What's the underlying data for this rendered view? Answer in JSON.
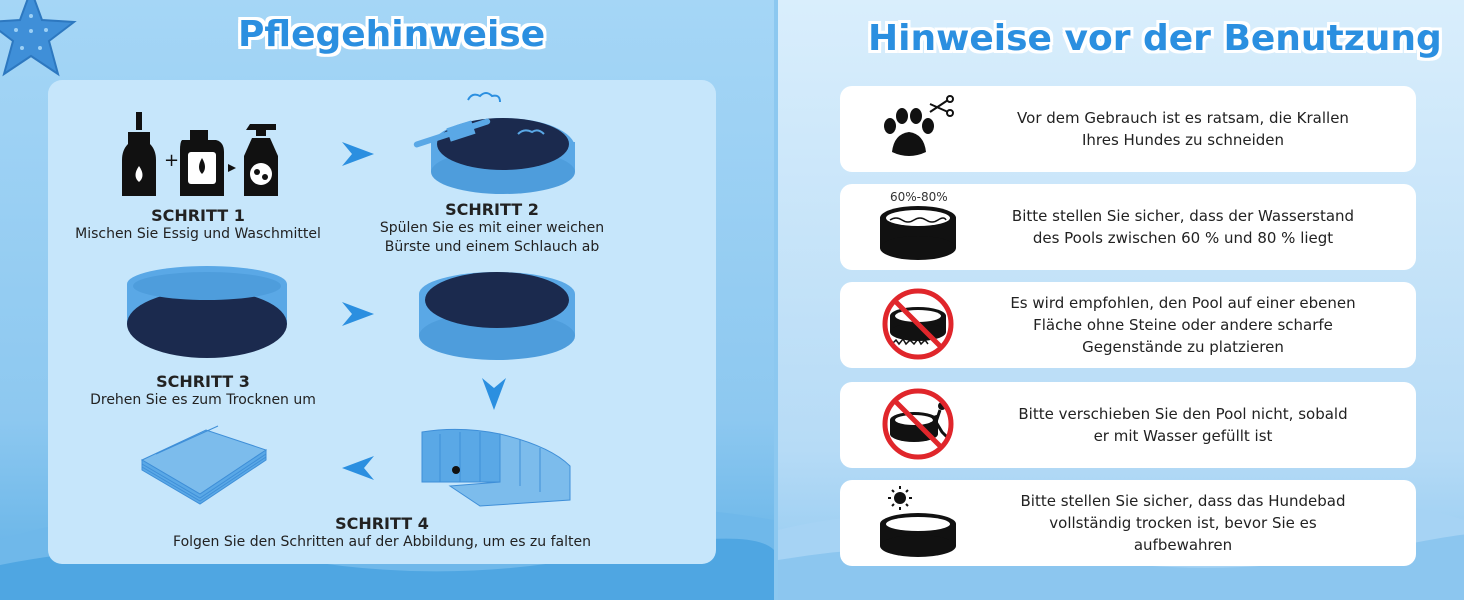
{
  "left": {
    "title": "Pflegehinweise",
    "steps": [
      {
        "title": "SCHRITT 1",
        "text": "Mischen Sie Essig und Waschmittel"
      },
      {
        "title": "SCHRITT 2",
        "text_line1": "Spülen Sie es mit einer weichen",
        "text_line2": "Bürste und einem Schlauch ab"
      },
      {
        "title": "SCHRITT 3",
        "text": "Drehen Sie es zum Trocknen um"
      },
      {
        "title": "SCHRITT 4",
        "text": "Folgen Sie den Schritten auf der Abbildung, um es zu falten"
      }
    ],
    "plus_sign": "+"
  },
  "right": {
    "title": "Hinweise vor der Benutzung",
    "cards": [
      {
        "icon": "paw-scissors-icon",
        "line1": "Vor dem Gebrauch ist es ratsam, die Krallen",
        "line2": "Ihres Hundes zu schneiden"
      },
      {
        "icon": "pool-water-level-icon",
        "label": "60%-80%",
        "line1": "Bitte stellen Sie sicher, dass der Wasserstand",
        "line2": "des Pools zwischen 60 % und 80 % liegt"
      },
      {
        "icon": "no-sharp-ground-icon",
        "line1": "Es wird empfohlen, den Pool auf einer ebenen",
        "line2": "Fläche ohne Steine oder andere scharfe",
        "line3": "Gegenstände zu platzieren"
      },
      {
        "icon": "no-push-pool-icon",
        "line1": "Bitte verschieben Sie den Pool nicht, sobald",
        "line2": "er mit Wasser gefüllt ist"
      },
      {
        "icon": "sun-dry-pool-icon",
        "line1": "Bitte stellen Sie sicher, dass das Hundebad",
        "line2": "vollständig trocken ist, bevor Sie es",
        "line3": "aufbewahren"
      }
    ]
  },
  "colors": {
    "title_blue": "#2b8fe0",
    "panel_bg": "#c6e6fb",
    "pool_navy": "#1b2a4e",
    "pool_rim": "#5aa8e6",
    "prohibit_red": "#e0262b"
  }
}
